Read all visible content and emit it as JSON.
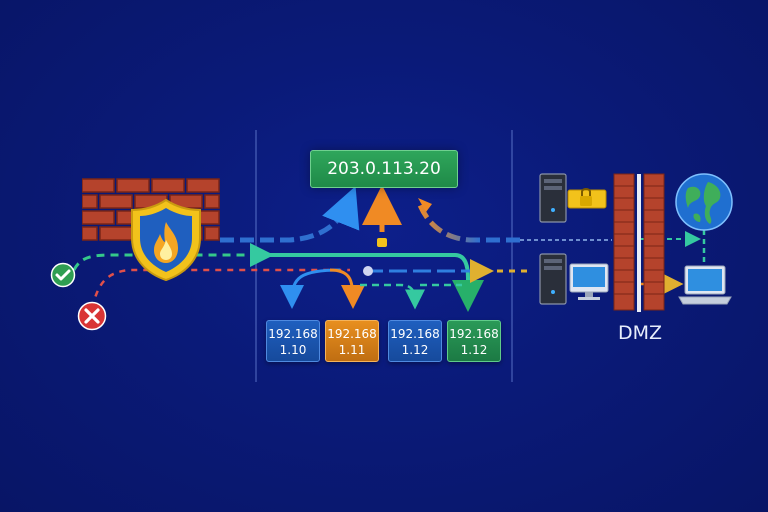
{
  "public_ip": "203.0.113.20",
  "internal_hosts": [
    {
      "line1": "192.168",
      "line2": "1.10",
      "color": "blue"
    },
    {
      "line1": "192.168",
      "line2": "1.11",
      "color": "orange"
    },
    {
      "line1": "192.168",
      "line2": "1.12",
      "color": "blue"
    },
    {
      "line1": "192.168",
      "line2": "1.12",
      "color": "green"
    }
  ],
  "dmz_label": "DMZ",
  "icons": [
    "brick-firewall-icon",
    "shield-flame-icon",
    "allow-check-icon",
    "deny-x-icon",
    "warning-exclamation-icon",
    "server-lock-icon",
    "server-monitor-icon",
    "dmz-firewall-icon",
    "globe-icon",
    "laptop-icon"
  ],
  "colors": {
    "background": "#0a1a78",
    "brick": "#b5432c",
    "green": "#2fa65b",
    "orange": "#f08a24",
    "blue": "#2f7fe0",
    "red": "#d93535",
    "shield": "#f2c21b"
  }
}
